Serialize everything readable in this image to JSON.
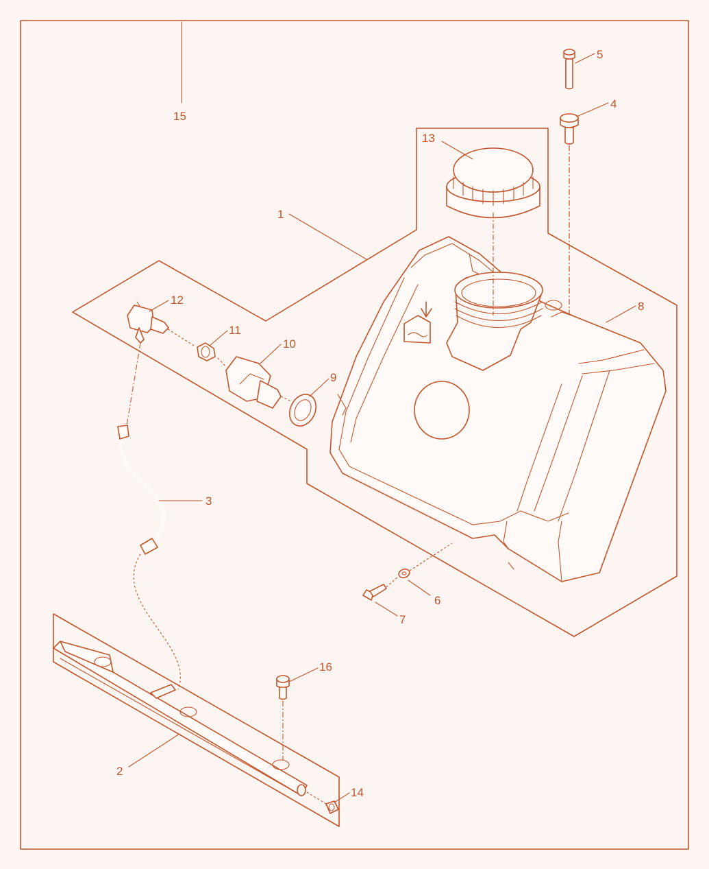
{
  "callouts": [
    {
      "id": "c1",
      "text": "1"
    },
    {
      "id": "c2",
      "text": "2"
    },
    {
      "id": "c3",
      "text": "3"
    },
    {
      "id": "c4",
      "text": "4"
    },
    {
      "id": "c5",
      "text": "5"
    },
    {
      "id": "c6",
      "text": "6"
    },
    {
      "id": "c7",
      "text": "7"
    },
    {
      "id": "c8",
      "text": "8"
    },
    {
      "id": "c9",
      "text": "9"
    },
    {
      "id": "c10",
      "text": "10"
    },
    {
      "id": "c11",
      "text": "11"
    },
    {
      "id": "c12",
      "text": "12"
    },
    {
      "id": "c13",
      "text": "13"
    },
    {
      "id": "c14",
      "text": "14"
    },
    {
      "id": "c15",
      "text": "15"
    },
    {
      "id": "c16",
      "text": "16"
    }
  ],
  "colors": {
    "line": "#c2542a",
    "background": "#fdf5f1"
  }
}
